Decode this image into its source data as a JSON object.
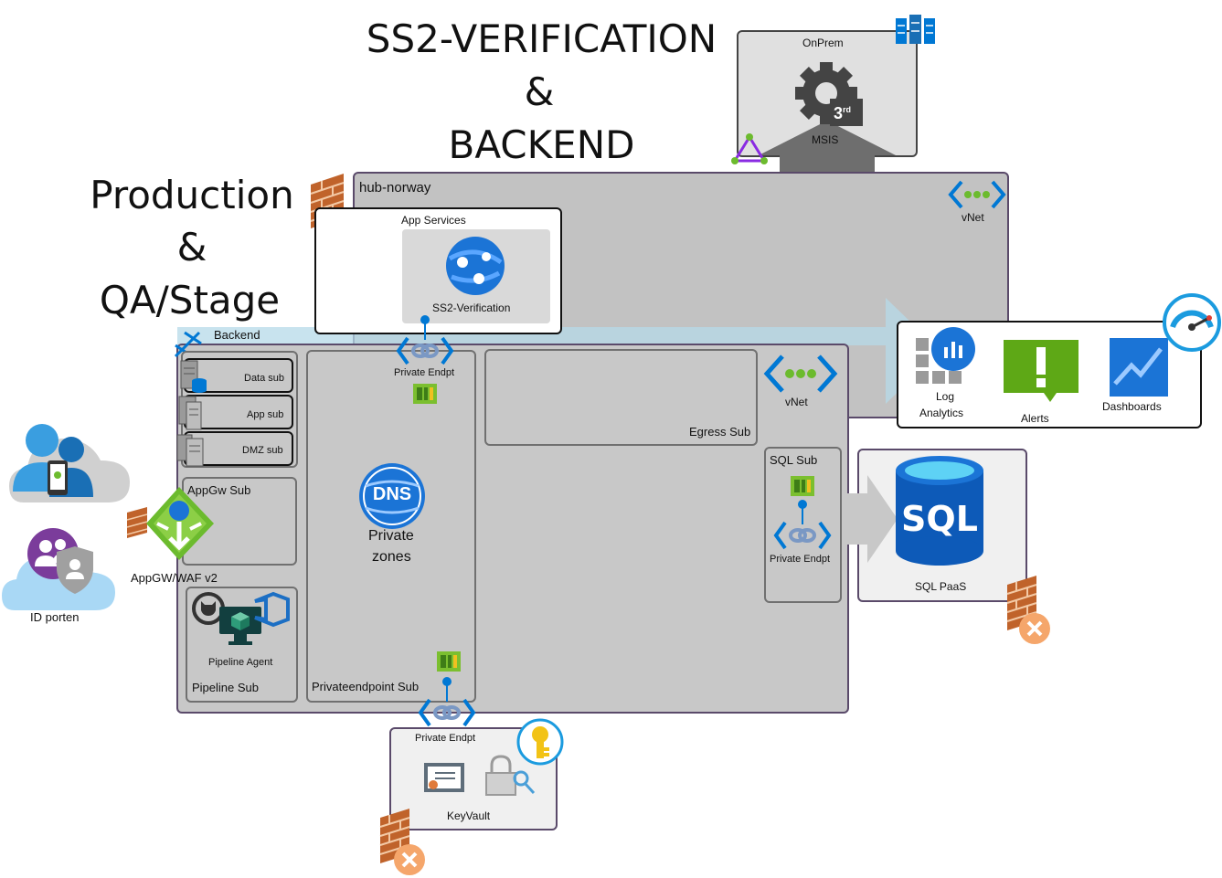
{
  "titles": {
    "right_line1": "SS2-VERIFICATION",
    "right_amp": "&",
    "right_line2": "BACKEND",
    "left_line1": "Production",
    "left_amp": "&",
    "left_line2": "QA/Stage"
  },
  "onprem": {
    "title": "OnPrem",
    "label": "MSIS",
    "badge": "3",
    "badge_sup": "rd"
  },
  "hub": {
    "title": "hub-norway",
    "vnet": "vNet"
  },
  "app_services": {
    "title": "App Services",
    "app": "SS2-Verification"
  },
  "backend": {
    "title": "Backend",
    "vnet": "vNet",
    "subnets": {
      "data": "Data sub",
      "app": "App sub",
      "dmz": "DMZ sub",
      "appgw": "AppGw Sub",
      "pipeline_agent": "Pipeline Agent",
      "pipeline": "Pipeline Sub",
      "private_endpoint_sub": "Privateendpoint Sub",
      "egress": "Egress Sub",
      "sql": "SQL Sub"
    },
    "private_endpoint": "Private Endpt",
    "dns_line1": "Private",
    "dns_line2": "zones",
    "dns_icon_text": "DNS"
  },
  "monitoring": {
    "log1": "Log",
    "log2": "Analytics",
    "alerts": "Alerts",
    "dashboards": "Dashboards"
  },
  "sql": {
    "label": "SQL PaaS",
    "icon_text": "SQL"
  },
  "keyvault": {
    "label": "KeyVault",
    "private_endpoint": "Private Endpt"
  },
  "appgw": {
    "label": "AppGW/WAF v2"
  },
  "idporten": {
    "label": "ID porten"
  },
  "colors": {
    "container_border": "#5a4a6a",
    "grey_fill": "#c8c8c8",
    "azure_blue": "#0078d4",
    "alert_green": "#5ea816",
    "firewall": "#c0632b"
  }
}
